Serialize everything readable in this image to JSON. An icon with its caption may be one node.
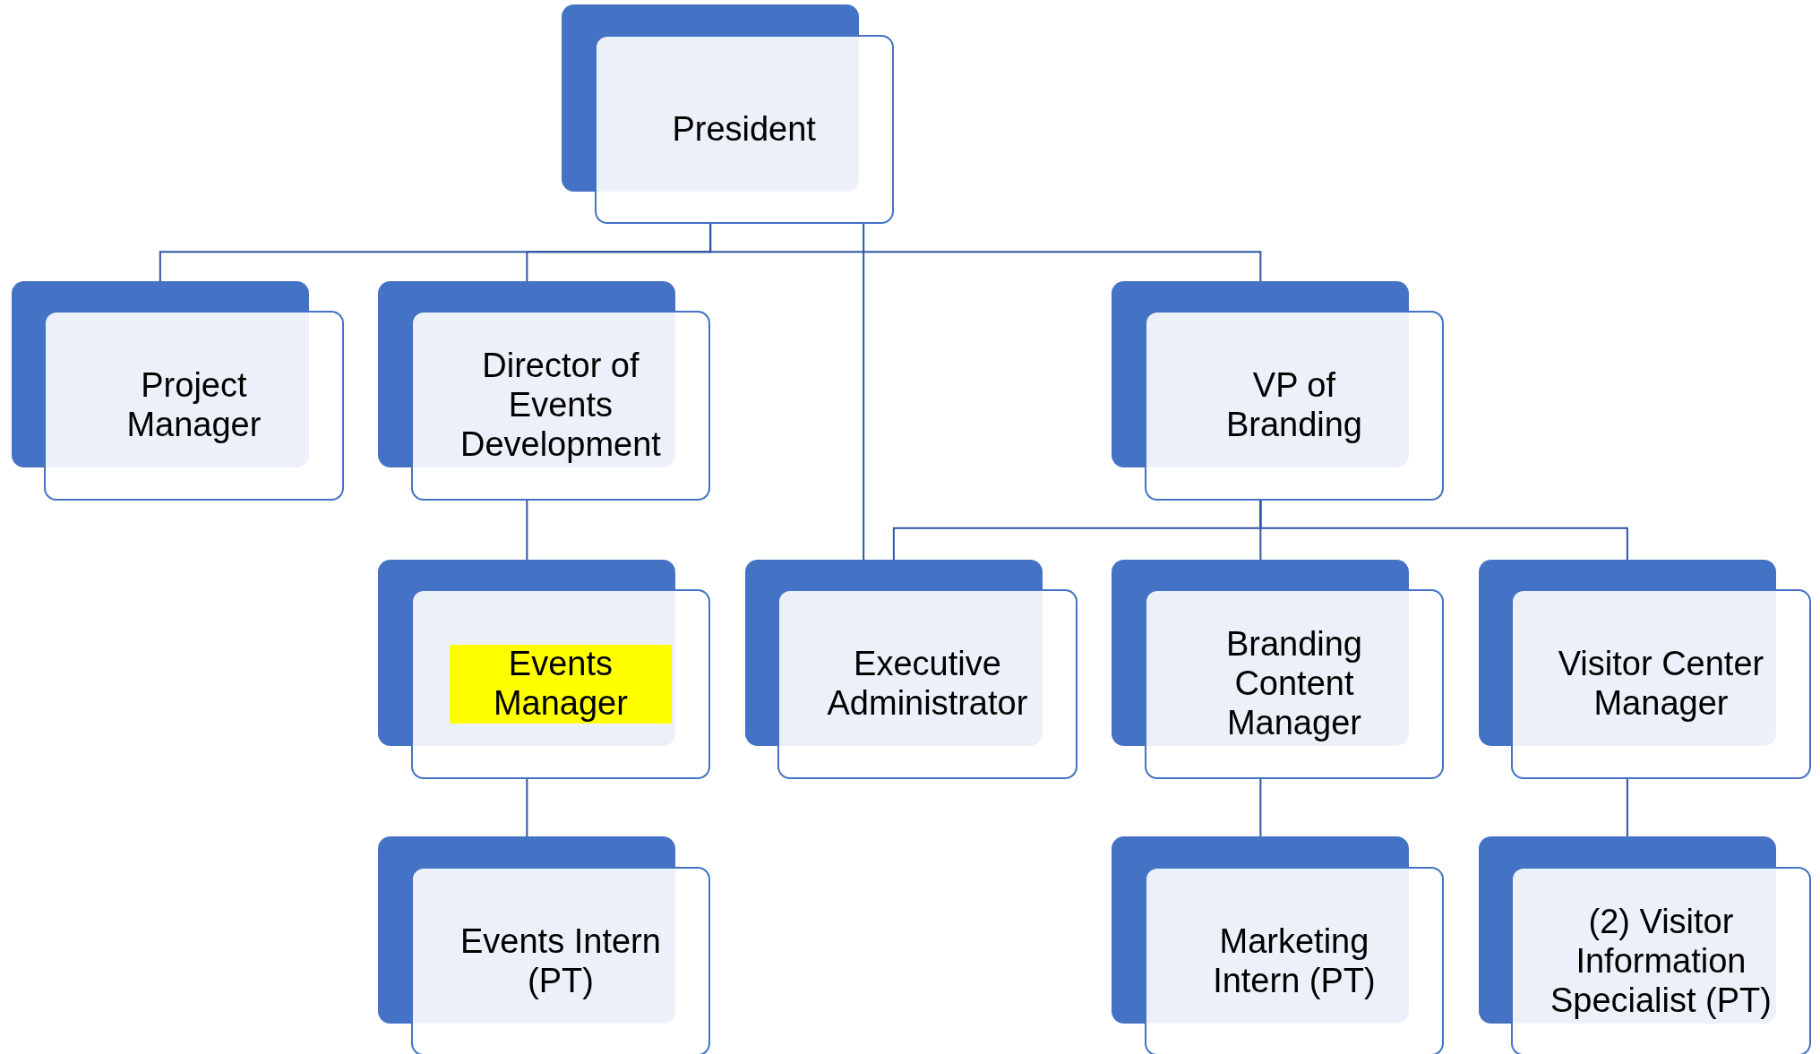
{
  "diagram": {
    "nodes": [
      {
        "text": [
          "President"
        ]
      },
      {
        "text": [
          "Project Manager"
        ]
      },
      {
        "text": [
          "Director of Events Development"
        ]
      },
      {
        "text": [
          "VP of Branding"
        ]
      },
      {
        "text": [
          "Events Manager"
        ]
      },
      {
        "text": [
          "Executive Administrator"
        ]
      },
      {
        "text": [
          "Branding Content Manager"
        ]
      },
      {
        "text": [
          "Visitor Center Manager"
        ]
      },
      {
        "text": [
          "Events Intern (PT)"
        ]
      },
      {
        "text": [
          "Marketing Intern (PT)"
        ]
      },
      {
        "text": [
          "(2) Visitor Information Specialist (PT)"
        ]
      }
    ],
    "edges": [
      {
        "from": 0,
        "to": 1,
        "arrow": "none"
      },
      {
        "from": 0,
        "to": 2,
        "arrow": "none"
      },
      {
        "from": 0,
        "to": 3,
        "arrow": "none"
      },
      {
        "from": 0,
        "to": 5,
        "arrow": "none"
      },
      {
        "from": 3,
        "to": 5,
        "arrow": "none"
      },
      {
        "from": 3,
        "to": 6,
        "arrow": "none"
      },
      {
        "from": 3,
        "to": 7,
        "arrow": "none"
      },
      {
        "from": 2,
        "to": 4,
        "arrow": "none"
      },
      {
        "from": 4,
        "to": 8,
        "arrow": "none"
      },
      {
        "from": 6,
        "to": 9,
        "arrow": "none"
      },
      {
        "from": 7,
        "to": 10,
        "arrow": "none"
      }
    ]
  }
}
